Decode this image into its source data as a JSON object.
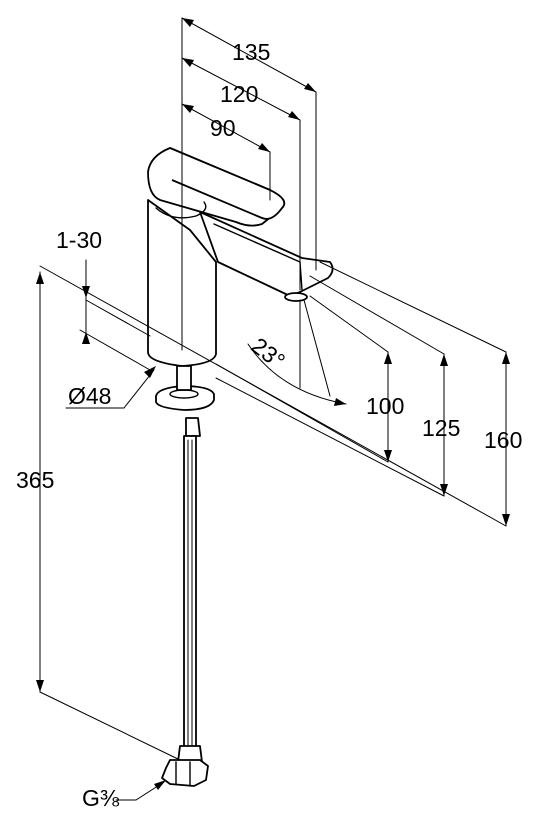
{
  "dimensions": {
    "width_135": "135",
    "width_120": "120",
    "width_90": "90",
    "angle": "23°",
    "height_100": "100",
    "height_125": "125",
    "height_160": "160",
    "deck_thickness": "1-30",
    "hole_diameter": "Ø48",
    "hose_length": "365",
    "connection_thread": "G⅜"
  }
}
